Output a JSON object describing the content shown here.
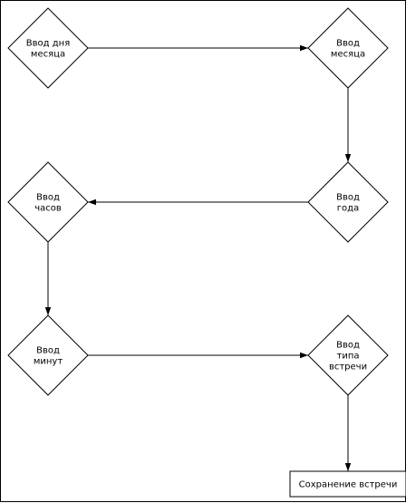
{
  "diagram": {
    "nodes": {
      "day": {
        "lines": [
          "Ввод дня",
          "месяца"
        ],
        "shape": "diamond"
      },
      "month": {
        "lines": [
          "Ввод",
          "месяца"
        ],
        "shape": "diamond"
      },
      "year": {
        "lines": [
          "Ввод",
          "года"
        ],
        "shape": "diamond"
      },
      "hours": {
        "lines": [
          "Ввод",
          "часов"
        ],
        "shape": "diamond"
      },
      "minutes": {
        "lines": [
          "Ввод",
          "минут"
        ],
        "shape": "diamond"
      },
      "type": {
        "lines": [
          "Ввод",
          "типа",
          "встречи"
        ],
        "shape": "diamond"
      },
      "save": {
        "lines": [
          "Сохранение встречи"
        ],
        "shape": "rectangle"
      }
    },
    "edges": [
      {
        "from": "day",
        "to": "month"
      },
      {
        "from": "month",
        "to": "year"
      },
      {
        "from": "year",
        "to": "hours"
      },
      {
        "from": "hours",
        "to": "minutes"
      },
      {
        "from": "minutes",
        "to": "type"
      },
      {
        "from": "type",
        "to": "save"
      }
    ]
  }
}
